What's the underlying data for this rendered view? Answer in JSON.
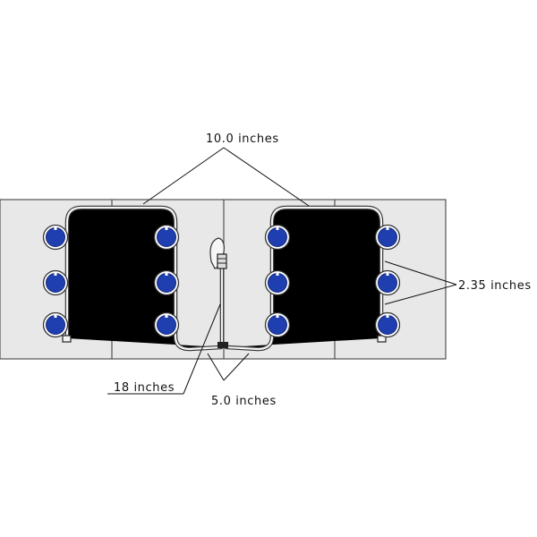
{
  "labels": {
    "top_span": "10.0 inches",
    "spacing": "2.35 inches",
    "feed_length": "18 inches",
    "bottom_span": "5.0 inches"
  },
  "colors": {
    "panel_fill": "#e8e8e8",
    "emitter_blue": "#1f3fb0",
    "outline": "#333333"
  },
  "panels": 4,
  "emitters_per_panel": 3
}
